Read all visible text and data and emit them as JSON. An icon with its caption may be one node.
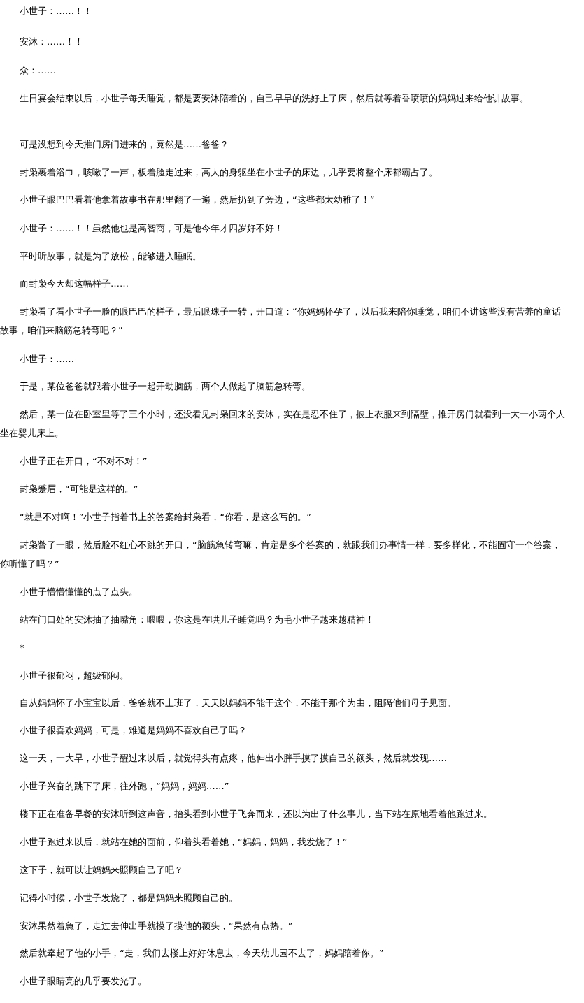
{
  "diagram": {
    "labels": [
      "小世子：……！！",
      "安沐：……！！",
      "众：……",
      "生日宴会结束以后，小世子每天睡觉，都是要安沐陪着的，自己早早的洗好上了床，然后就等着香喷喷的妈妈过来给他讲故事。",
      "可是没想到今天推门房门进来的，竟然是……爸爸？",
      "封枭裹着浴巾，咳嗽了一声，板着脸走过来，高大的身躯坐在小世子的床边，几乎要将整个床都霸占了。",
      "小世子眼巴巴看着他拿着故事书在那里翻了一遍，然后扔到了旁边，“这些都太幼稚了！”",
      "小世子：……！！虽然他也是高智商，可是他今年才四岁好不好！",
      "平时听故事，就是为了放松，能够进入睡眠。",
      "而封枭今天却这幅样子……",
      "封枭看了看小世子一脸的眼巴巴的样子，最后眼珠子一转，开口道：“你妈妈怀孕了，以后我来陪你睡觉，咱们不讲这些没有营养的童话故事，咱们来脑筋急转弯吧？”",
      "小世子：……",
      "于是，某位爸爸就跟着小世子一起开动脑筋，两个人做起了脑筋急转弯。",
      "然后，某一位在卧室里等了三个小时，还没看见封枭回来的安沐，实在是忍不住了，披上衣服来到隔壁，推开房门就看到一大一小两个人坐在婴儿床上。",
      "小世子正在开口，“不对不对！”",
      "封枭蹙眉，“可能是这样的。”",
      "“就是不对啊！”小世子指着书上的答案给封枭看，“你看，是这么写的。”",
      "封枭瞥了一眼，然后脸不红心不跳的开口，“脑筋急转弯嘛，肯定是多个答案的，就跟我们办事情一样，要多样化，不能固守一个答案，你听懂了吗？”",
      "小世子懵懵懂懂的点了点头。",
      "站在门口处的安沐抽了抽嘴角：喂喂，你这是在哄儿子睡觉吗？为毛小世子越来越精神！",
      "*",
      "小世子很郁闷，超级郁闷。",
      "自从妈妈怀了小宝宝以后，爸爸就不上班了，天天以妈妈不能干这个，不能干那个为由，阻隔他们母子见面。",
      "小世子很喜欢妈妈，可是，难道是妈妈不喜欢自己了吗？",
      "这一天，一大早，小世子醒过来以后，就觉得头有点疼，他伸出小胖手摸了摸自己的额头，然后就发现……",
      "小世子兴奋的跳下了床，往外跑，“妈妈，妈妈……”",
      "楼下正在准备早餐的安沐听到这声音，抬头看到小世子飞奔而来，还以为出了什么事儿，当下站在原地看着他跑过来。",
      "小世子跑过来以后，就站在她的面前，仰着头看着她，“妈妈，妈妈，我发烧了！”",
      "这下子，就可以让妈妈来照顾自己了吧？",
      "记得小时候，小世子发烧了，都是妈妈来照顾自己的。",
      "安沐果然着急了，走过去伸出手就摸了摸他的额头，“果然有点热。”",
      "然后就牵起了他的小手，“走，我们去楼上好好休息去，今天幼儿园不去了，妈妈陪着你。”",
      "小世子眼睛亮的几乎要发光了。"
    ]
  }
}
